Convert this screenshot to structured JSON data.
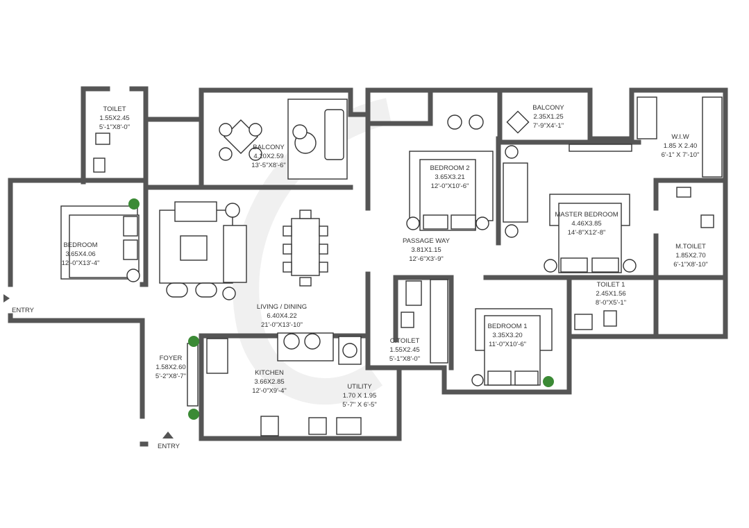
{
  "plan": {
    "rooms": [
      {
        "name": "TOILET",
        "metric": "1.55X2.45",
        "imperial": "5'-1\"X8'-0\""
      },
      {
        "name": "BALCONY",
        "metric": "4.10X2.59",
        "imperial": "13'-5\"X8'-6\""
      },
      {
        "name": "BEDROOM",
        "metric": "3.65X4.06",
        "imperial": "12'-0\"X13'-4\""
      },
      {
        "name": "BEDROOM 2",
        "metric": "3.65X3.21",
        "imperial": "12'-0\"X10'-6\""
      },
      {
        "name": "BALCONY",
        "metric": "2.35X1.25",
        "imperial": "7'-9\"X4'-1\""
      },
      {
        "name": "W.I.W",
        "metric": "1.85 X 2.40",
        "imperial": "6'-1\" X 7'-10\""
      },
      {
        "name": "MASTER BEDROOM",
        "metric": "4.46X3.85",
        "imperial": "14'-8\"X12'-8\""
      },
      {
        "name": "M.TOILET",
        "metric": "1.85X2.70",
        "imperial": "6'-1\"X8'-10\""
      },
      {
        "name": "PASSAGE WAY",
        "metric": "3.81X1.15",
        "imperial": "12'-6\"X3'-9\""
      },
      {
        "name": "LIVING / DINING",
        "metric": "6.40X4.22",
        "imperial": "21'-0\"X13'-10\""
      },
      {
        "name": "TOILET 1",
        "metric": "2.45X1.56",
        "imperial": "8'-0\"X5'-1\""
      },
      {
        "name": "BEDROOM 1",
        "metric": "3.35X3.20",
        "imperial": "11'-0\"X10'-6\""
      },
      {
        "name": "C.TOILET",
        "metric": "1.55X2.45",
        "imperial": "5'-1\"X8'-0\""
      },
      {
        "name": "FOYER",
        "metric": "1.58X2.60",
        "imperial": "5'-2\"X8'-7\""
      },
      {
        "name": "KITCHEN",
        "metric": "3.66X2.85",
        "imperial": "12'-0\"X9'-4\""
      },
      {
        "name": "UTILITY",
        "metric": "1.70 X 1.95",
        "imperial": "5'-7\" X 6'-5\""
      }
    ],
    "entries": [
      "ENTRY",
      "ENTRY"
    ],
    "colors": {
      "wall": "#555555",
      "plant": "#3b8a35"
    }
  }
}
